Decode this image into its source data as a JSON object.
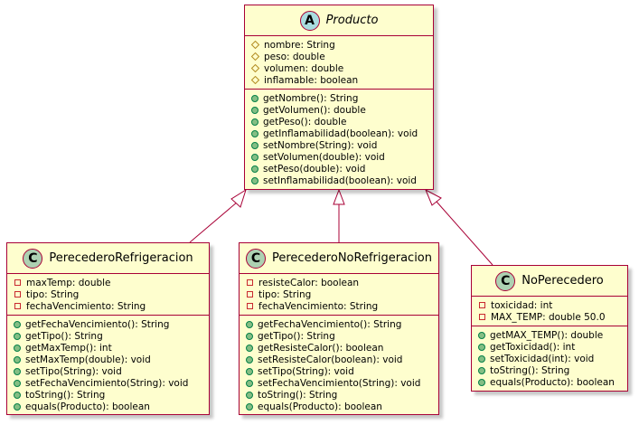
{
  "colors": {
    "class_fill": "#fefece",
    "border": "#a80036",
    "abstract_badge": "#a9dcdf",
    "class_badge": "#add1b2",
    "public": "#84be84",
    "private": "#c82930",
    "protected": "#b38d22"
  },
  "classes": {
    "producto": {
      "badge": "A",
      "name": "Producto",
      "attributes": [
        {
          "vis": "protected",
          "text": "nombre: String"
        },
        {
          "vis": "protected",
          "text": "peso: double"
        },
        {
          "vis": "protected",
          "text": "volumen: double"
        },
        {
          "vis": "protected",
          "text": "inflamable: boolean"
        }
      ],
      "methods": [
        {
          "vis": "public",
          "text": "getNombre(): String"
        },
        {
          "vis": "public",
          "text": "getVolumen(): double"
        },
        {
          "vis": "public",
          "text": "getPeso(): double"
        },
        {
          "vis": "public",
          "text": "getInflamabilidad(boolean): void"
        },
        {
          "vis": "public",
          "text": "setNombre(String): void"
        },
        {
          "vis": "public",
          "text": "setVolumen(double): void"
        },
        {
          "vis": "public",
          "text": "setPeso(double): void"
        },
        {
          "vis": "public",
          "text": "setInflamabilidad(boolean): void"
        }
      ]
    },
    "perecedero_refrigeracion": {
      "badge": "C",
      "name": "PerecederoRefrigeracion",
      "attributes": [
        {
          "vis": "private",
          "text": "maxTemp: double"
        },
        {
          "vis": "private",
          "text": "tipo: String"
        },
        {
          "vis": "private",
          "text": "fechaVencimiento: String"
        }
      ],
      "methods": [
        {
          "vis": "public",
          "text": "getFechaVencimiento(): String"
        },
        {
          "vis": "public",
          "text": "getTipo(): String"
        },
        {
          "vis": "public",
          "text": "getMaxTemp(): int"
        },
        {
          "vis": "public",
          "text": "setMaxTemp(double): void"
        },
        {
          "vis": "public",
          "text": "setTipo(String): void"
        },
        {
          "vis": "public",
          "text": "setFechaVencimiento(String): void"
        },
        {
          "vis": "public",
          "text": "toString(): String"
        },
        {
          "vis": "public",
          "text": "equals(Producto): boolean"
        }
      ]
    },
    "perecedero_no_refrigeracion": {
      "badge": "C",
      "name": "PerecederoNoRefrigeracion",
      "attributes": [
        {
          "vis": "private",
          "text": "resisteCalor: boolean"
        },
        {
          "vis": "private",
          "text": "tipo: String"
        },
        {
          "vis": "private",
          "text": "fechaVencimiento: String"
        }
      ],
      "methods": [
        {
          "vis": "public",
          "text": "getFechaVencimiento(): String"
        },
        {
          "vis": "public",
          "text": "getTipo(): String"
        },
        {
          "vis": "public",
          "text": "getResisteCalor(): boolean"
        },
        {
          "vis": "public",
          "text": "setResisteCalor(boolean): void"
        },
        {
          "vis": "public",
          "text": "setTipo(String): void"
        },
        {
          "vis": "public",
          "text": "setFechaVencimiento(String): void"
        },
        {
          "vis": "public",
          "text": "toString(): String"
        },
        {
          "vis": "public",
          "text": "equals(Producto): boolean"
        }
      ]
    },
    "no_perecedero": {
      "badge": "C",
      "name": "NoPerecedero",
      "attributes": [
        {
          "vis": "private",
          "text": "toxicidad: int"
        },
        {
          "vis": "private",
          "text": "MAX_TEMP: double 50.0"
        }
      ],
      "methods": [
        {
          "vis": "public",
          "text": "getMAX_TEMP(): double"
        },
        {
          "vis": "public",
          "text": "getToxicidad(): int"
        },
        {
          "vis": "public",
          "text": "setToxicidad(int): void"
        },
        {
          "vis": "public",
          "text": "toString(): String"
        },
        {
          "vis": "public",
          "text": "equals(Producto): boolean"
        }
      ]
    }
  },
  "relations": [
    {
      "from": "perecedero_refrigeracion",
      "to": "producto",
      "type": "inheritance"
    },
    {
      "from": "perecedero_no_refrigeracion",
      "to": "producto",
      "type": "inheritance"
    },
    {
      "from": "no_perecedero",
      "to": "producto",
      "type": "inheritance"
    }
  ]
}
